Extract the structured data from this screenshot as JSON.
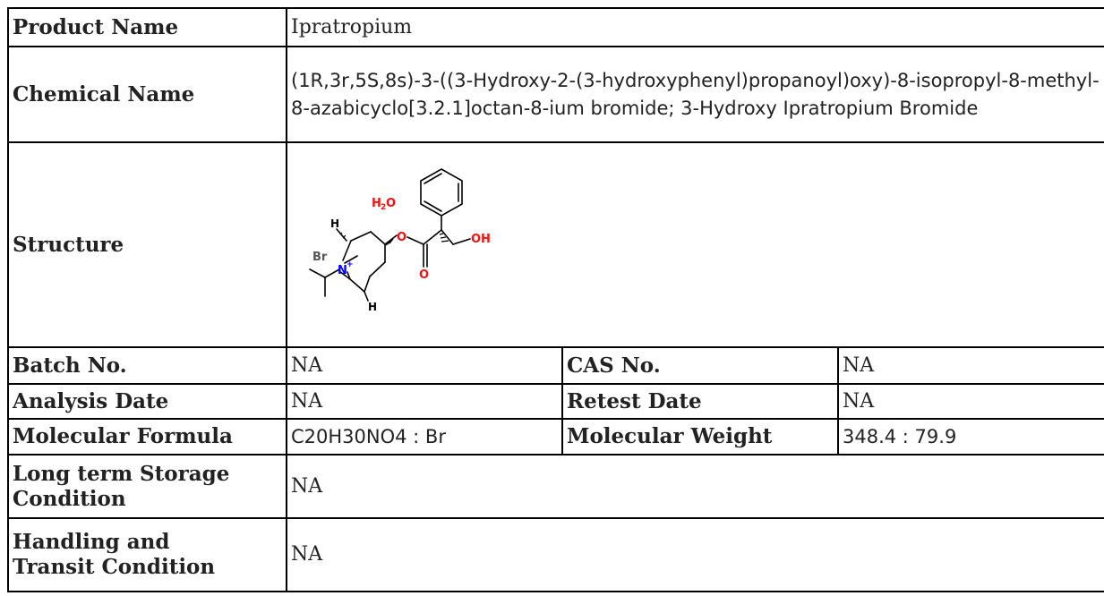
{
  "rows": {
    "product_name": {
      "label": "Product Name",
      "value": "Ipratropium"
    },
    "chemical_name": {
      "label": "Chemical Name",
      "value": "(1R,3r,5S,8s)-3-((3-Hydroxy-2-(3-hydroxyphenyl)propanoyl)oxy)-8-isopropyl-8-methyl-8-azabicyclo[3.2.1]octan-8-ium bromide; 3-Hydroxy Ipratropium Bromide"
    },
    "structure": {
      "label": "Structure",
      "atoms": {
        "h2o_h": "H",
        "h2o_sub": "2",
        "h2o_o": "O",
        "oh": "OH",
        "br": "Br",
        "n": "N",
        "plus": "+",
        "h_top": "H",
        "h_bottom": "H",
        "carbonyl_o": "O"
      }
    },
    "batch_no": {
      "label": "Batch No.",
      "value": "NA"
    },
    "cas_no": {
      "label": "CAS No.",
      "value": "NA"
    },
    "analysis_date": {
      "label": "Analysis Date",
      "value": "NA"
    },
    "retest_date": {
      "label": "Retest Date",
      "value": "NA"
    },
    "molecular_formula": {
      "label": "Molecular Formula",
      "value": "C20H30NO4 : Br"
    },
    "molecular_weight": {
      "label": "Molecular Weight",
      "value": "348.4 : 79.9"
    },
    "storage": {
      "label_line1": "Long term Storage",
      "label_line2": "Condition",
      "value": "NA"
    },
    "handling": {
      "label_line1": "Handling and",
      "label_line2": "Transit Condition",
      "value": "NA"
    }
  },
  "colors": {
    "oxygen": "#ff0d0d",
    "nitrogen": "#0000ff",
    "bromine": "#555555",
    "border": "#000000"
  }
}
